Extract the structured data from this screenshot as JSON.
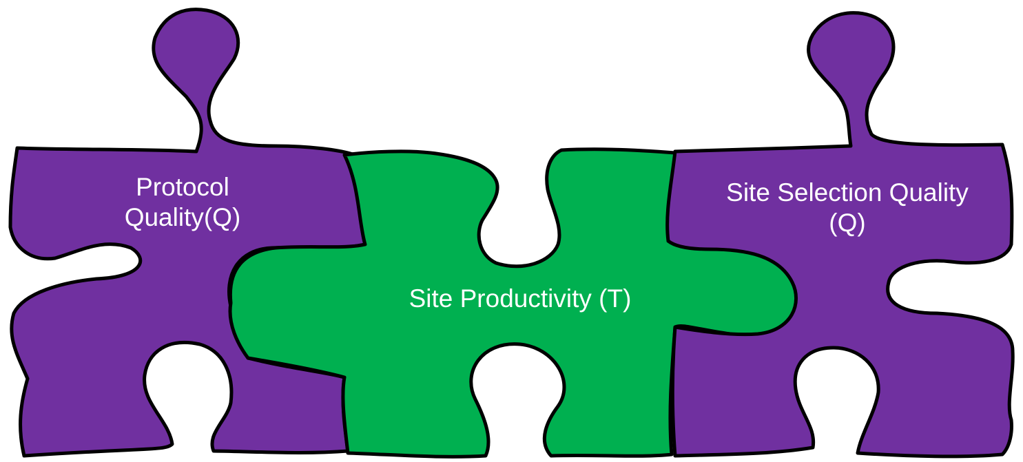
{
  "pieces": [
    {
      "id": "left",
      "lines": [
        "Protocol",
        "Quality(Q)"
      ],
      "color": "#7030a0"
    },
    {
      "id": "center",
      "lines": [
        "Site Productivity (T)"
      ],
      "color": "#00b050"
    },
    {
      "id": "right",
      "lines": [
        "Site Selection Quality",
        "(Q)"
      ],
      "color": "#7030a0"
    }
  ],
  "outline_color": "#000000",
  "text_color": "#ffffff"
}
